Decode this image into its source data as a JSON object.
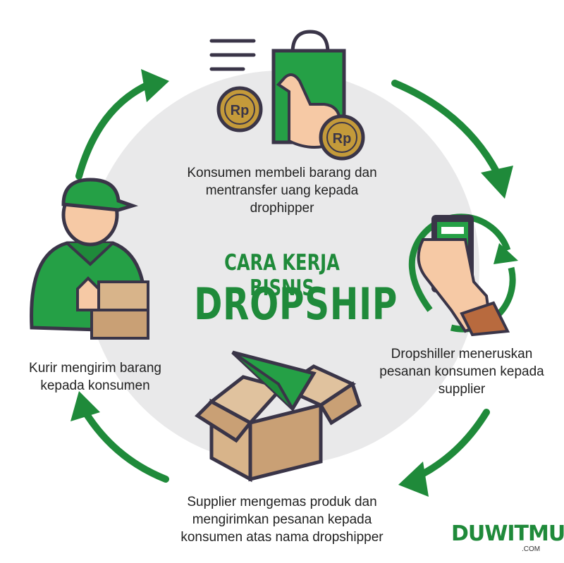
{
  "title_line1": "CARA KERJA BISNIS",
  "title_line2": "DROPSHIP",
  "steps": [
    {
      "line1": "Konsumen membeli barang dan",
      "line2": "mentransfer uang kepada",
      "line3": "drophipper"
    },
    {
      "line1": "Dropshiller meneruskan",
      "line2": "pesanan konsumen kepada",
      "line3": "supplier"
    },
    {
      "line1": "Supplier mengemas produk dan",
      "line2": "mengirimkan pesanan kepada",
      "line3": "konsumen atas nama dropshipper"
    },
    {
      "line1": "Kurir mengirim barang",
      "line2": "kepada konsumen"
    }
  ],
  "coin_text": "Rp",
  "logo": {
    "main": "DUWITMU",
    "sub": ".COM"
  },
  "colors": {
    "green": "#1f8a3a",
    "light_green": "#25a046",
    "gray_circle": "#e9e9ea",
    "outline": "#3a3548",
    "coin": "#c49a3a",
    "box": "#d8b48a"
  }
}
